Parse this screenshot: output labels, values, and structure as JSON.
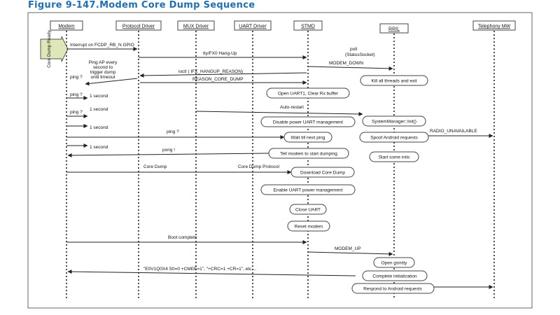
{
  "figure": {
    "title": "Figure 9-147.Modem Core Dump Sequence"
  },
  "lifelines": [
    "Modem",
    "Protocol Driver",
    "MUX Driver",
    "UART Driver",
    "STMD",
    "RRIL",
    "Telephony MW"
  ],
  "note": {
    "label": "Core Dump Ready"
  },
  "messages": [
    "Interrupt on FCDP_RB_N GPIO",
    "tty/FX0 Hang-Up",
    "poll",
    "(StatusSocket)",
    "MODEM_DOWN",
    "Ping AP every",
    "second to",
    "trigger dump",
    "until timeout",
    "ping ?",
    "ioctl ( IFX_HANGUP_REASON)",
    "REASON_CORE_DUMP",
    "ping ?",
    "1 second",
    "ping ?",
    "1 second",
    "Auto-restart",
    "1 second",
    "ping ?",
    "RADIO_UNAVAILABLE",
    "1 second",
    "pong !",
    "Core Dump",
    "Core Dump Protocol",
    "Boot complete",
    "MODEM_UP",
    "\"E0V1Q0X4 S0=0 +CMEE=1\", \"+CRC=1 +CR=1\", etc ..."
  ],
  "activities": [
    "Open UART1, Clear Rx buffer",
    "Kill all threads and exit",
    "SystemManager::Init()",
    "Disable power UART management",
    "Wait till next ping",
    "Spoof Android requests",
    "Tell modem to start dumping",
    "Start some inits",
    "Download Core Dump",
    "Enable UART power management",
    "Close UART",
    "Reset modem",
    "Open gsmtty",
    "Complete initialization",
    "Respond to Android requests"
  ]
}
